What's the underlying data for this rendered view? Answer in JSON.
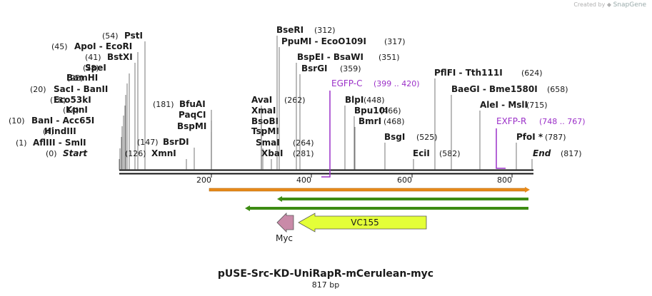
{
  "credit": {
    "prefix": "Created by",
    "brand": "SnapGene"
  },
  "plasmid": {
    "name": "pUSE-Src-KD-UniRapR-mCerulean-myc",
    "size_label": "817 bp"
  },
  "ruler": {
    "ticks": [
      "200",
      "400",
      "600",
      "800"
    ]
  },
  "sites": [
    {
      "name": "Start",
      "pos": "(0)"
    },
    {
      "name": "AflIII  - SmlI",
      "pos": "(1)"
    },
    {
      "name": "HindIII",
      "pos": "(4)"
    },
    {
      "name": "BanI  - Acc65I",
      "pos": "(10)"
    },
    {
      "name": "KpnI",
      "pos": "(14)"
    },
    {
      "name": "Eco53kI",
      "pos": "(18)"
    },
    {
      "name": "SacI  - BanII",
      "pos": "(20)"
    },
    {
      "name": "BamHI",
      "pos": "(22)"
    },
    {
      "name": "SpeI",
      "pos": "(28)"
    },
    {
      "name": "BstXI",
      "pos": "(41)"
    },
    {
      "name": "ApoI  - EcoRI",
      "pos": "(45)"
    },
    {
      "name": "PstI",
      "pos": "(54)"
    },
    {
      "name": "XmnI",
      "pos": "(126)"
    },
    {
      "name": "BsrDI",
      "pos": "(147)"
    },
    {
      "name": "BspMI",
      "pos": ""
    },
    {
      "name": "PaqCI",
      "pos": ""
    },
    {
      "name": "BfuAI",
      "pos": "(181)"
    },
    {
      "name": "XbaI",
      "pos": "(281)"
    },
    {
      "name": "SmaI",
      "pos": "(264)"
    },
    {
      "name": "TspMI",
      "pos": ""
    },
    {
      "name": "BsoBI",
      "pos": ""
    },
    {
      "name": "XmaI",
      "pos": ""
    },
    {
      "name": "AvaI",
      "pos": "(262)"
    },
    {
      "name": "BsrGI",
      "pos": "(359)"
    },
    {
      "name": "BspEI  - BsaWI",
      "pos": "(351)"
    },
    {
      "name": "PpuMI  - EcoO109I",
      "pos": "(317)"
    },
    {
      "name": "BseRI",
      "pos": "(312)"
    },
    {
      "name": "EGFP-C",
      "pos": "(399 .. 420)"
    },
    {
      "name": "BlpI",
      "pos": "(448)"
    },
    {
      "name": "Bpu10I",
      "pos": "(466)"
    },
    {
      "name": "BmrI",
      "pos": "(468)"
    },
    {
      "name": "BsgI",
      "pos": "(525)"
    },
    {
      "name": "EciI",
      "pos": "(582)"
    },
    {
      "name": "PflFI  - Tth111I",
      "pos": "(624)"
    },
    {
      "name": "BaeGI  - Bme1580I",
      "pos": "(658)"
    },
    {
      "name": "AleI  - MslI",
      "pos": "(715)"
    },
    {
      "name": "EXFP-R",
      "pos": "(748 .. 767)"
    },
    {
      "name": "PfoI *",
      "pos": "(787)"
    },
    {
      "name": "End",
      "pos": "(817)"
    }
  ],
  "features": {
    "vc155_label": "VC155",
    "myc_label": "Myc"
  },
  "colors": {
    "primer": "#9b30c8",
    "cds_orange": "#e88a1a",
    "cds_green": "#3d8c12",
    "vc155_fill": "#e4ff38",
    "myc_fill": "#c98aa8",
    "text": "#1a1a1a"
  }
}
